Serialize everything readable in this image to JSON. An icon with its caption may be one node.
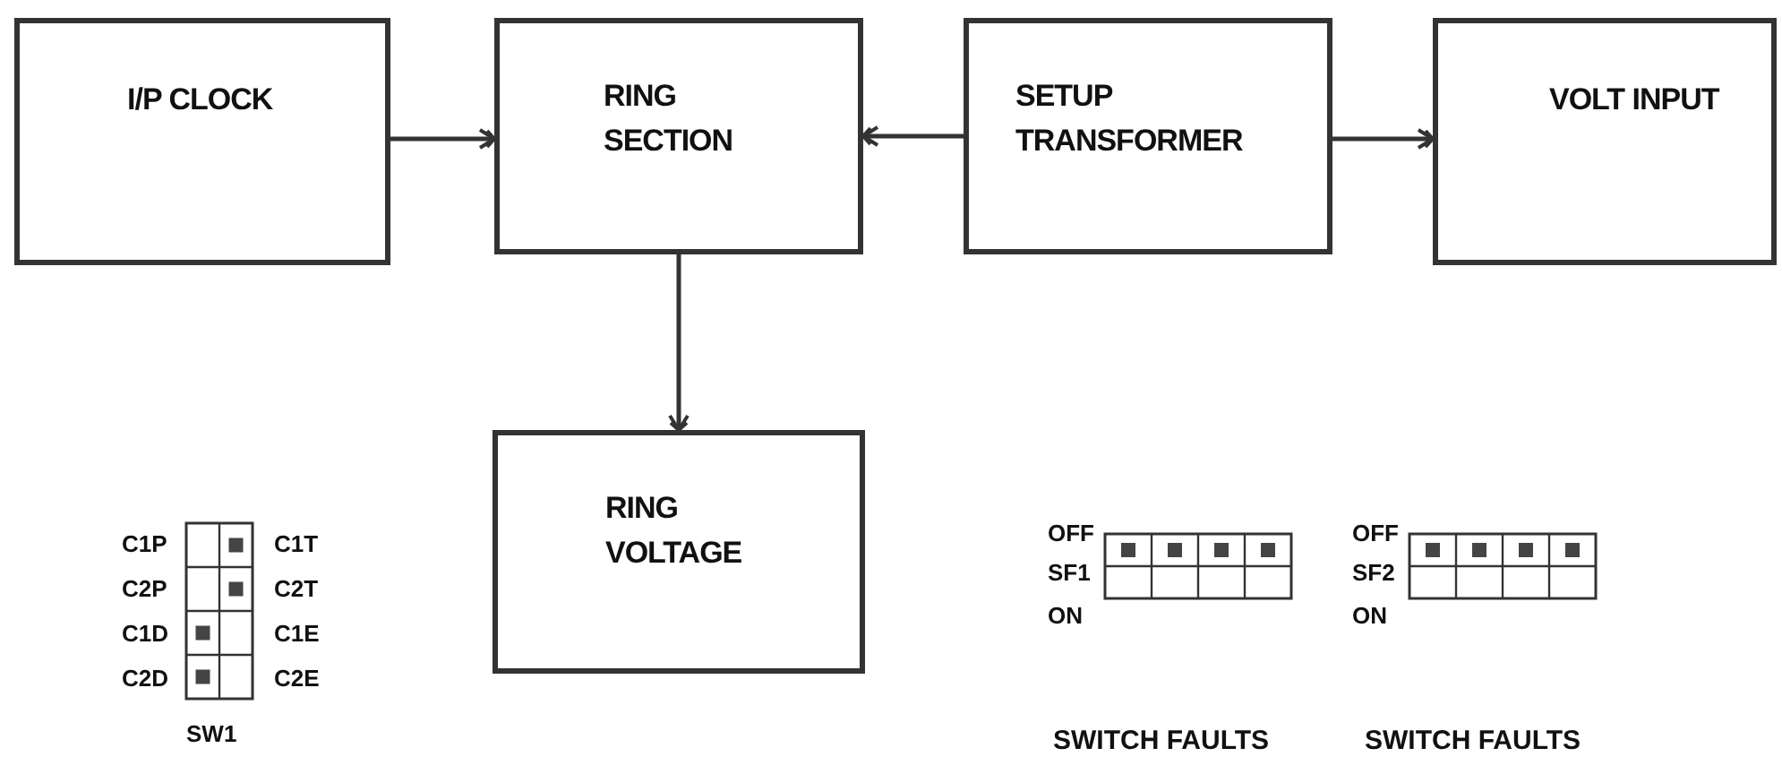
{
  "diagram": {
    "nodes": [
      {
        "text": [
          "I/P CLOCK"
        ]
      },
      {
        "text": [
          "RING SECTION"
        ]
      },
      {
        "text": [
          "SETUP TRANSFORMER"
        ]
      },
      {
        "text": [
          "VOLT INPUT"
        ]
      },
      {
        "text": [
          "RING VOLTAGE"
        ]
      }
    ],
    "edges": [
      {
        "from": 0,
        "to": 1,
        "arrow": "to"
      },
      {
        "from": 2,
        "to": 1,
        "arrow": "to"
      },
      {
        "from": 2,
        "to": 3,
        "arrow": "to"
      },
      {
        "from": 1,
        "to": 4,
        "arrow": "to"
      }
    ],
    "labels": [
      "C1P",
      "C1T",
      "C2P",
      "C2T",
      "C1D",
      "C1E",
      "C2D",
      "C2E",
      "SW1",
      "OFF",
      "SF1",
      "ON",
      "OFF",
      "SF2",
      "ON",
      "SWITCH FAULTS",
      "SWITCH FAULTS"
    ]
  }
}
